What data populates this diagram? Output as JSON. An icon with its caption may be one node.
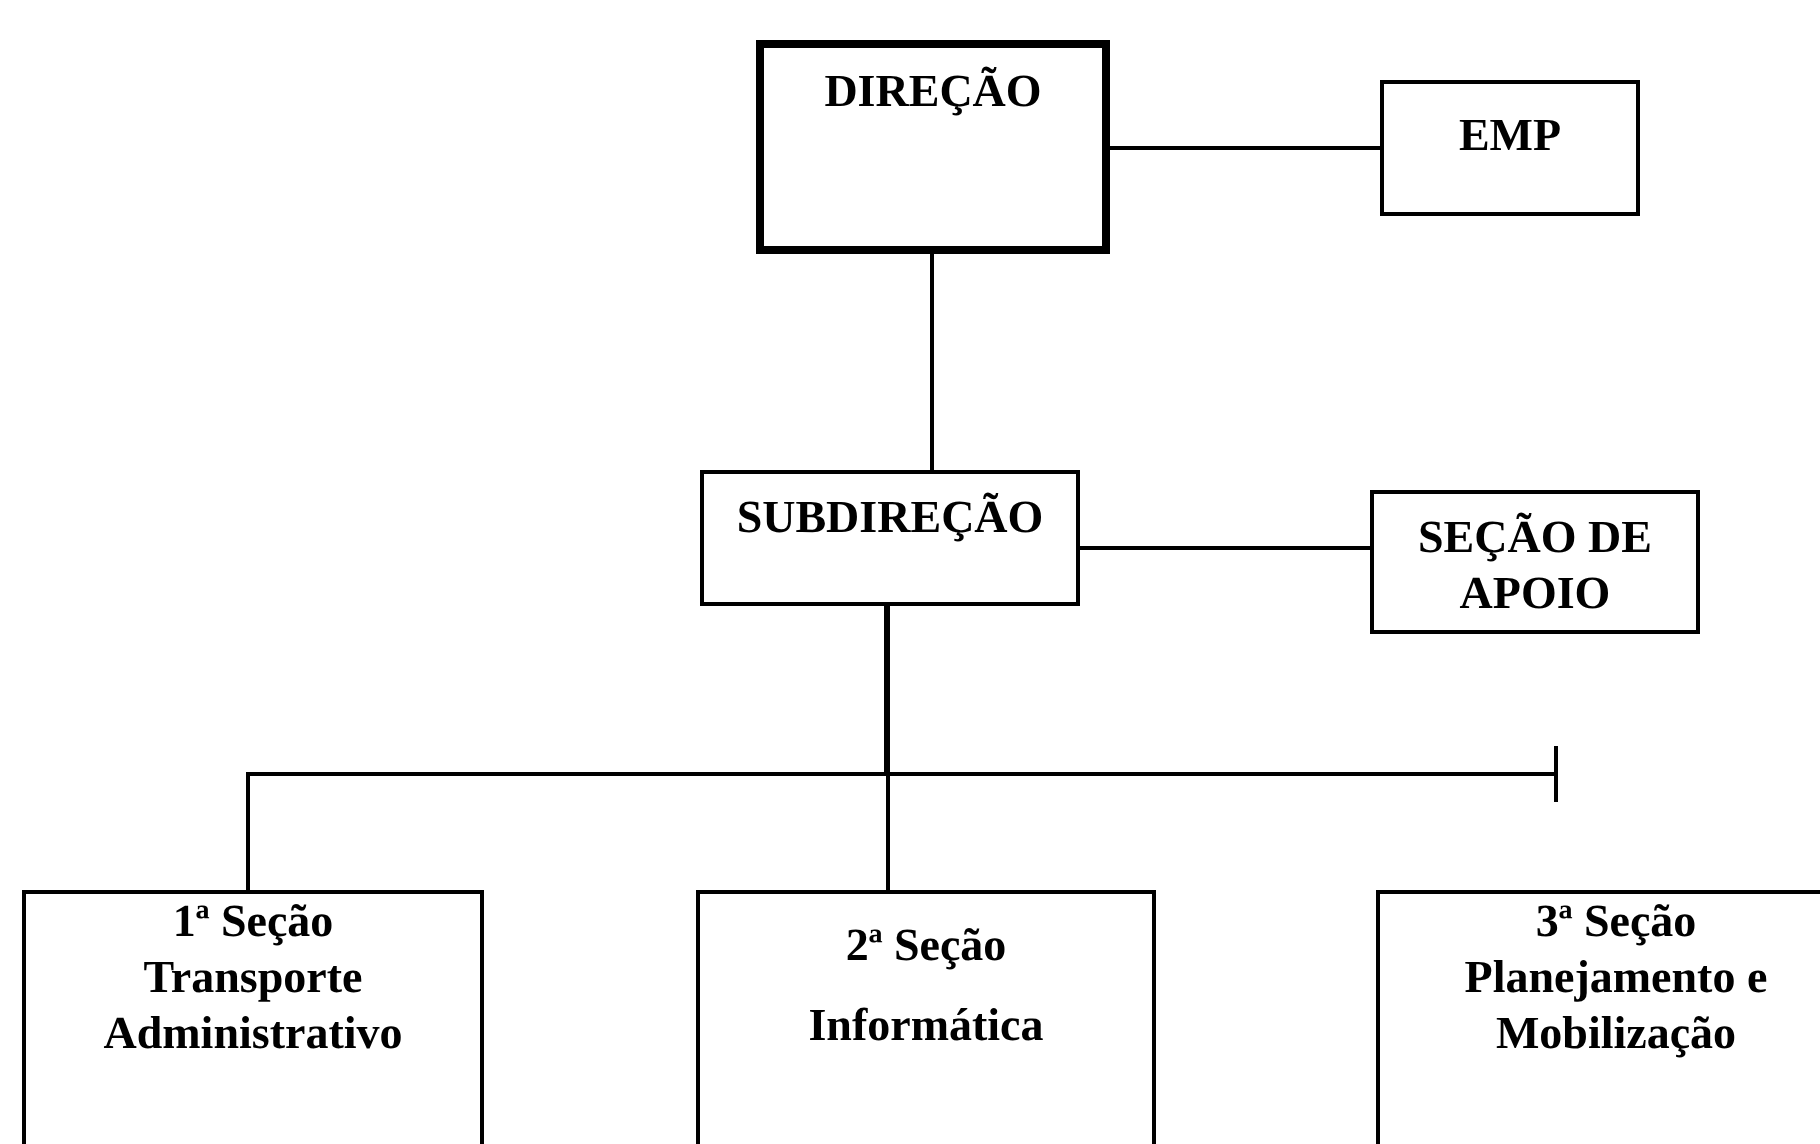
{
  "diagram": {
    "nodes": [
      {
        "text": [
          "DIREÇÃO"
        ]
      },
      {
        "text": [
          "EMP"
        ]
      },
      {
        "text": [
          "SUBDIREÇÃO"
        ]
      },
      {
        "text": [
          "SEÇÃO DE APOIO"
        ]
      },
      {
        "text": [
          "1ª Seção",
          "Transporte Administrativo"
        ]
      },
      {
        "text": [
          "2ª Seção",
          "Informática"
        ]
      },
      {
        "text": [
          "3ª Seção",
          "Planejamento e Mobilização"
        ]
      }
    ],
    "edges": [
      {
        "from": 0,
        "to": 1,
        "arrow": "none"
      },
      {
        "from": 0,
        "to": 2,
        "arrow": "none"
      },
      {
        "from": 2,
        "to": 3,
        "arrow": "none"
      },
      {
        "from": 2,
        "to": 4,
        "arrow": "none"
      },
      {
        "from": 2,
        "to": 5,
        "arrow": "none"
      },
      {
        "from": 2,
        "to": null,
        "arrow": "other"
      }
    ]
  }
}
